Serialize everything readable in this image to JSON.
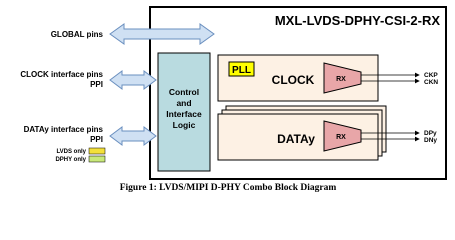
{
  "block": {
    "title": "MXL-LVDS-DPHY-CSI-2-RX"
  },
  "pins": {
    "global": "GLOBAL pins",
    "clock_line1": "CLOCK interface pins",
    "clock_line2": "PPI",
    "data_line1": "DATAy interface pins",
    "data_line2": "PPI"
  },
  "legend": {
    "lvds": "LVDS only",
    "dphy": "DPHY only"
  },
  "control": {
    "line1": "Control",
    "line2": "and",
    "line3": "Interface",
    "line4": "Logic"
  },
  "clock_box": {
    "pll": "PLL",
    "label": "CLOCK",
    "rx": "RX",
    "out_p": "CKP",
    "out_n": "CKN"
  },
  "data_box": {
    "label": "DATAy",
    "rx": "RX",
    "out_p": "DPy",
    "out_n": "DNy"
  },
  "caption": "Figure 1: LVDS/MIPI D-PHY Combo Block Diagram",
  "colors": {
    "arrow_fill": "#cfe0f3",
    "arrow_stroke": "#6a8fbf",
    "control_fill": "#b9dbe0",
    "box_fill": "#fdf1e4",
    "pll_fill": "#ffff00",
    "rx_fill": "#e8a6a8",
    "lvds_swatch": "#f3e03a",
    "dphy_swatch": "#c9e97a"
  }
}
